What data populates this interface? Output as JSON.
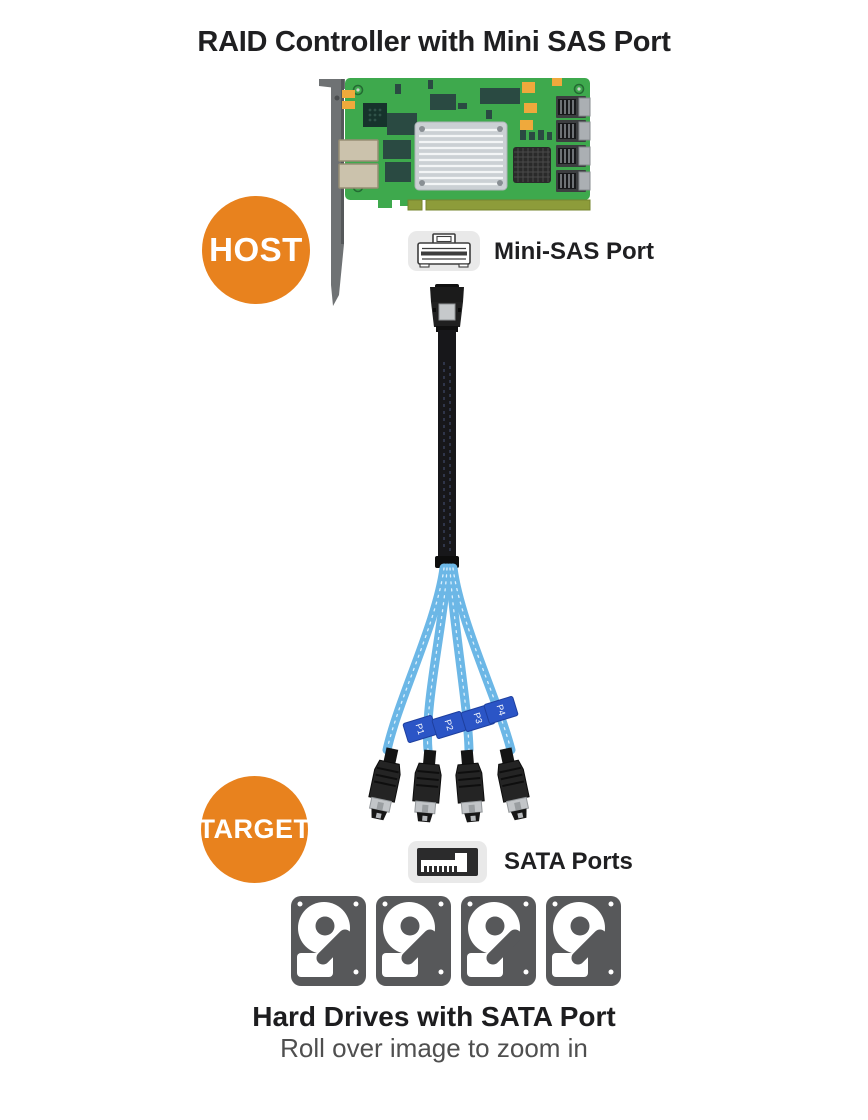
{
  "title": "RAID Controller with Mini SAS Port",
  "host": {
    "badge_label": "HOST",
    "port_label": "Mini-SAS Port"
  },
  "target": {
    "badge_label": "TARGET",
    "port_label": "SATA Ports"
  },
  "cable": {
    "tag_labels": [
      "P1",
      "P2",
      "P3",
      "P4"
    ]
  },
  "drives": {
    "count": 4,
    "caption": "Hard Drives with SATA Port"
  },
  "footer": {
    "zoom_hint": "Roll over image to zoom in"
  },
  "colors": {
    "badge_orange": "#E8821E",
    "pcb_green": "#3EA94D",
    "pcie_gold": "#8D9C3A",
    "heatsink_silver": "#CBD0D4",
    "chip_teal": "#2A4A42",
    "component_orange": "#EFA93C",
    "cable_black": "#17171A",
    "cable_blue": "#6CB7E6",
    "tag_blue": "#2B55C6",
    "drive_gray": "#57585A",
    "text_dark": "#1F1F21",
    "hint_gray": "#4F4F4F"
  }
}
